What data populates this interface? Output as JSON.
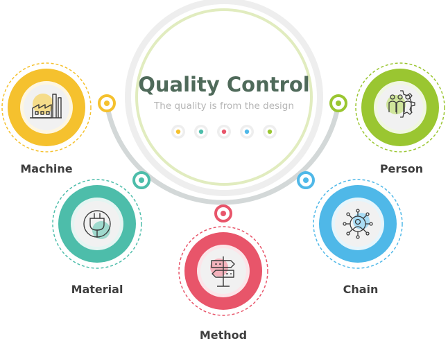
{
  "title": "Quality Control",
  "subtitle": "The quality is from the design",
  "center_dots": [
    {
      "color": "#f5c12e"
    },
    {
      "color": "#4dbdaa"
    },
    {
      "color": "#e8556a"
    },
    {
      "color": "#4fb8e8"
    },
    {
      "color": "#9ac631"
    }
  ],
  "nodes": [
    {
      "key": "machine",
      "label": "Machine",
      "color": "#f5c12e",
      "icon": "factory-icon"
    },
    {
      "key": "material",
      "label": "Material",
      "color": "#4dbdaa",
      "icon": "plug-icon"
    },
    {
      "key": "method",
      "label": "Method",
      "color": "#e8556a",
      "icon": "signpost-icon"
    },
    {
      "key": "chain",
      "label": "Chain",
      "color": "#4fb8e8",
      "icon": "network-user-icon"
    },
    {
      "key": "person",
      "label": "Person",
      "color": "#9ac631",
      "icon": "team-gear-icon"
    }
  ],
  "colors": {
    "title": "#4f6a5a",
    "subtitle": "#b5b5b5",
    "label": "#3e3e3e",
    "arc": "#d3d8d8",
    "center_ring": "#e1ecbf"
  }
}
